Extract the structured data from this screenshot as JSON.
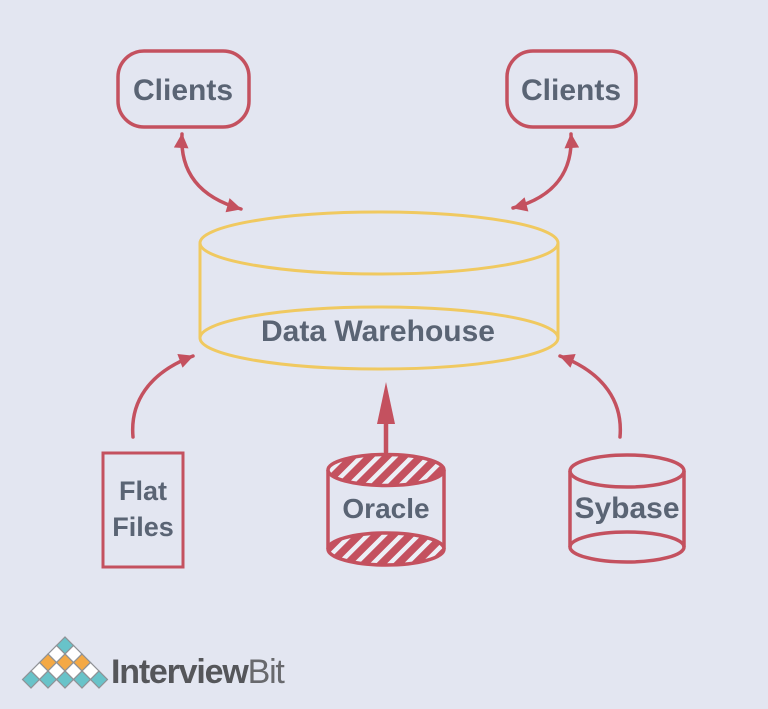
{
  "diagram": {
    "nodes": {
      "clients_left": {
        "label": "Clients"
      },
      "clients_right": {
        "label": "Clients"
      },
      "warehouse": {
        "label": "Data Warehouse"
      },
      "flat_files": {
        "line1": "Flat",
        "line2": "Files"
      },
      "oracle": {
        "label": "Oracle"
      },
      "sybase": {
        "label": "Sybase"
      }
    },
    "edges": [
      {
        "from": "clients_left",
        "to": "warehouse",
        "direction": "bidirectional"
      },
      {
        "from": "clients_right",
        "to": "warehouse",
        "direction": "bidirectional"
      },
      {
        "from": "flat_files",
        "to": "warehouse",
        "direction": "to"
      },
      {
        "from": "oracle",
        "to": "warehouse",
        "direction": "to"
      },
      {
        "from": "sybase",
        "to": "warehouse",
        "direction": "to"
      }
    ]
  },
  "colors": {
    "background": "#e3e6f1",
    "node_red": "#c4515f",
    "warehouse_yellow": "#f0c960",
    "label_text": "#5a6474",
    "hatch_stripe": "#edeff6",
    "logo_teal": "#68c3c9",
    "logo_orange": "#f4a945",
    "logo_diamond_stroke": "#8f9296",
    "logo_text_dark": "#55565a",
    "logo_text_light": "#68696d"
  },
  "logo": {
    "text_bold": "Interview",
    "text_light": "Bit",
    "mark_rows": [
      [
        "teal"
      ],
      [
        "white",
        "white"
      ],
      [
        "orange",
        "orange",
        "orange"
      ],
      [
        "white",
        "white",
        "white",
        "white"
      ],
      [
        "teal",
        "teal",
        "teal",
        "teal",
        "teal"
      ]
    ]
  }
}
